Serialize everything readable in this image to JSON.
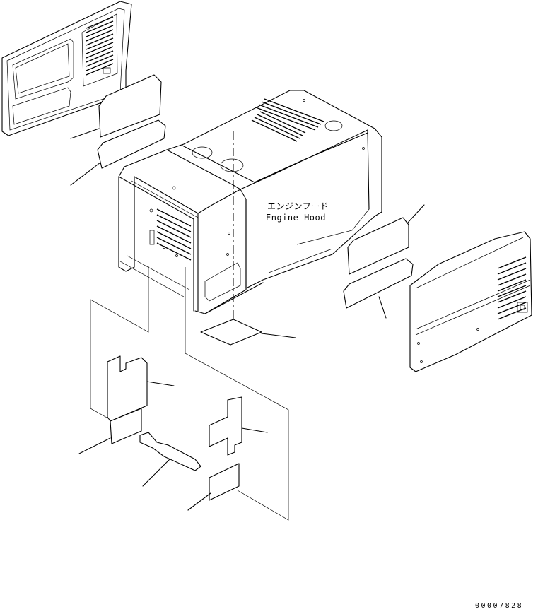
{
  "diagram": {
    "labels": {
      "hood_jp": "エンジンフード",
      "hood_en": "Engine Hood"
    },
    "drawing_number": "00007828"
  }
}
